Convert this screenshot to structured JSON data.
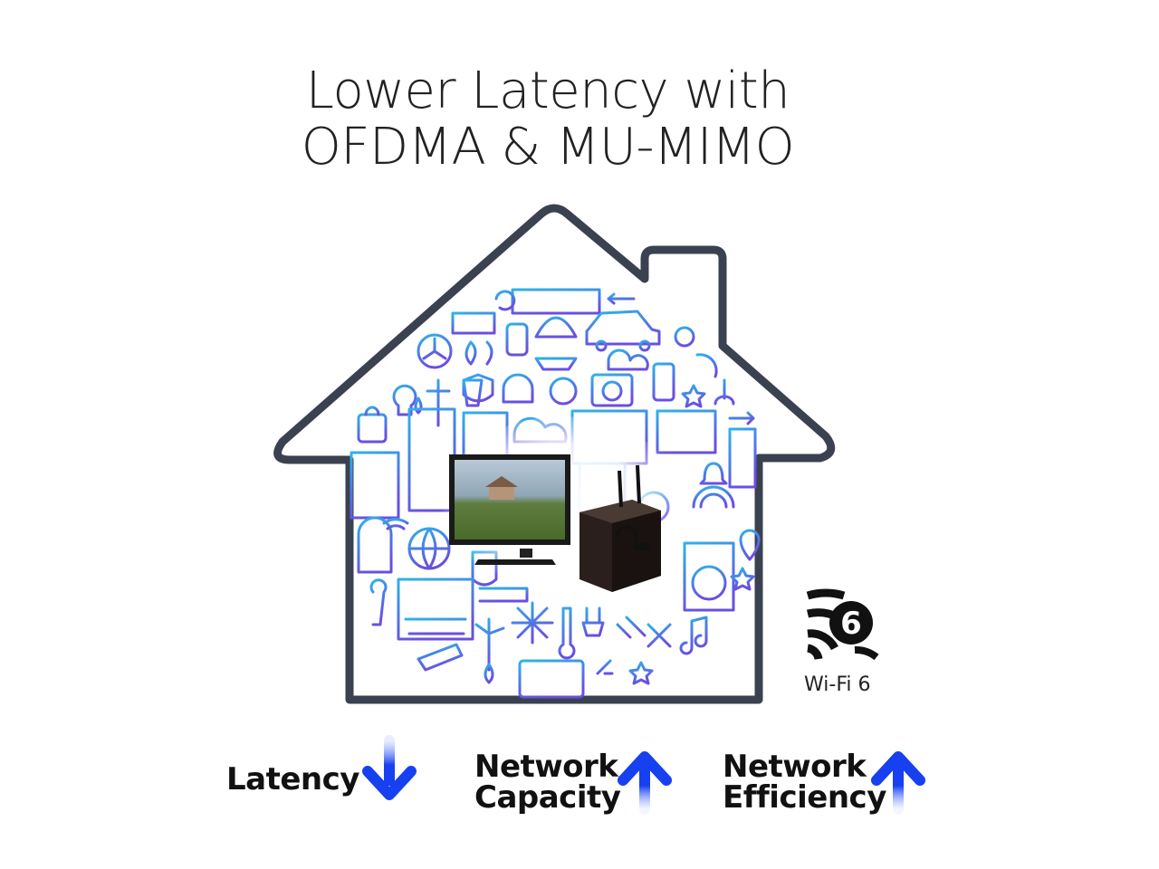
{
  "title": {
    "line1": "Lower Latency with",
    "line2": "OFDMA & MU-MIMO"
  },
  "badge": {
    "icon": "wifi6-icon",
    "digit": "6",
    "label": "Wi-Fi 6"
  },
  "features": [
    {
      "lines": [
        "Latency"
      ],
      "direction": "down",
      "icon": "arrow-down-icon"
    },
    {
      "lines": [
        "Network",
        "Capacity"
      ],
      "direction": "up",
      "icon": "arrow-up-icon"
    },
    {
      "lines": [
        "Network",
        "Efficiency"
      ],
      "direction": "up",
      "icon": "arrow-up-icon"
    }
  ],
  "colors": {
    "house_outline": "#3a4150",
    "icon_blue": "#2aa6e8",
    "icon_violet": "#6a4fe0",
    "arrow": "#1740f0"
  }
}
